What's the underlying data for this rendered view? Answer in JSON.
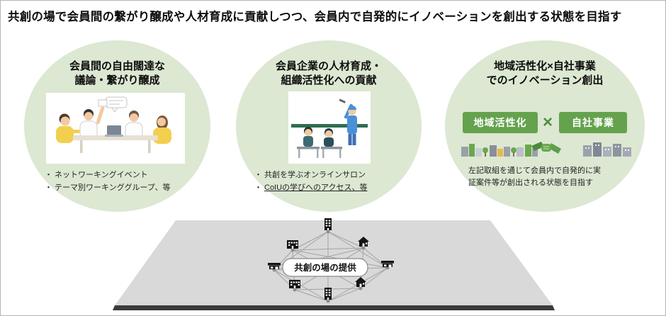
{
  "header": {
    "title": "共創の場で会員間の繋がり醸成や人材育成に貢献しつつ、会員内で自発的にイノベーションを創出する状態を目指す"
  },
  "glyphs": {
    "bullet": "・",
    "multiply": "×"
  },
  "circles": [
    {
      "title1": "会員間の自由闊達な",
      "title2": "議論・繋がり醸成",
      "bullets": [
        "ネットワーキングイベント",
        "テーマ別ワーキンググループ、等"
      ]
    },
    {
      "title1": "会員企業の人材育成・",
      "title2": "組織活性化への貢献",
      "bullets": [
        "共創を学ぶオンラインサロン",
        "CoIUの学びへのアクセス、等"
      ]
    },
    {
      "title1": "地域活性化×自社事業",
      "title2": "でのイノベーション創出",
      "box_left": "地域活性化",
      "box_right": "自社事業",
      "desc_line1": "左記取組を通じて会員内で自発的に実",
      "desc_line2": "証案件等が創出される状態を目指す"
    }
  ],
  "platform": {
    "label": "共創の場の提供"
  },
  "colors": {
    "ellipse_bg": "#dce8d2",
    "green_box": "#65a24d",
    "platform_gray": "#d9d9d9",
    "platform_edge": "#3b3b3b"
  }
}
